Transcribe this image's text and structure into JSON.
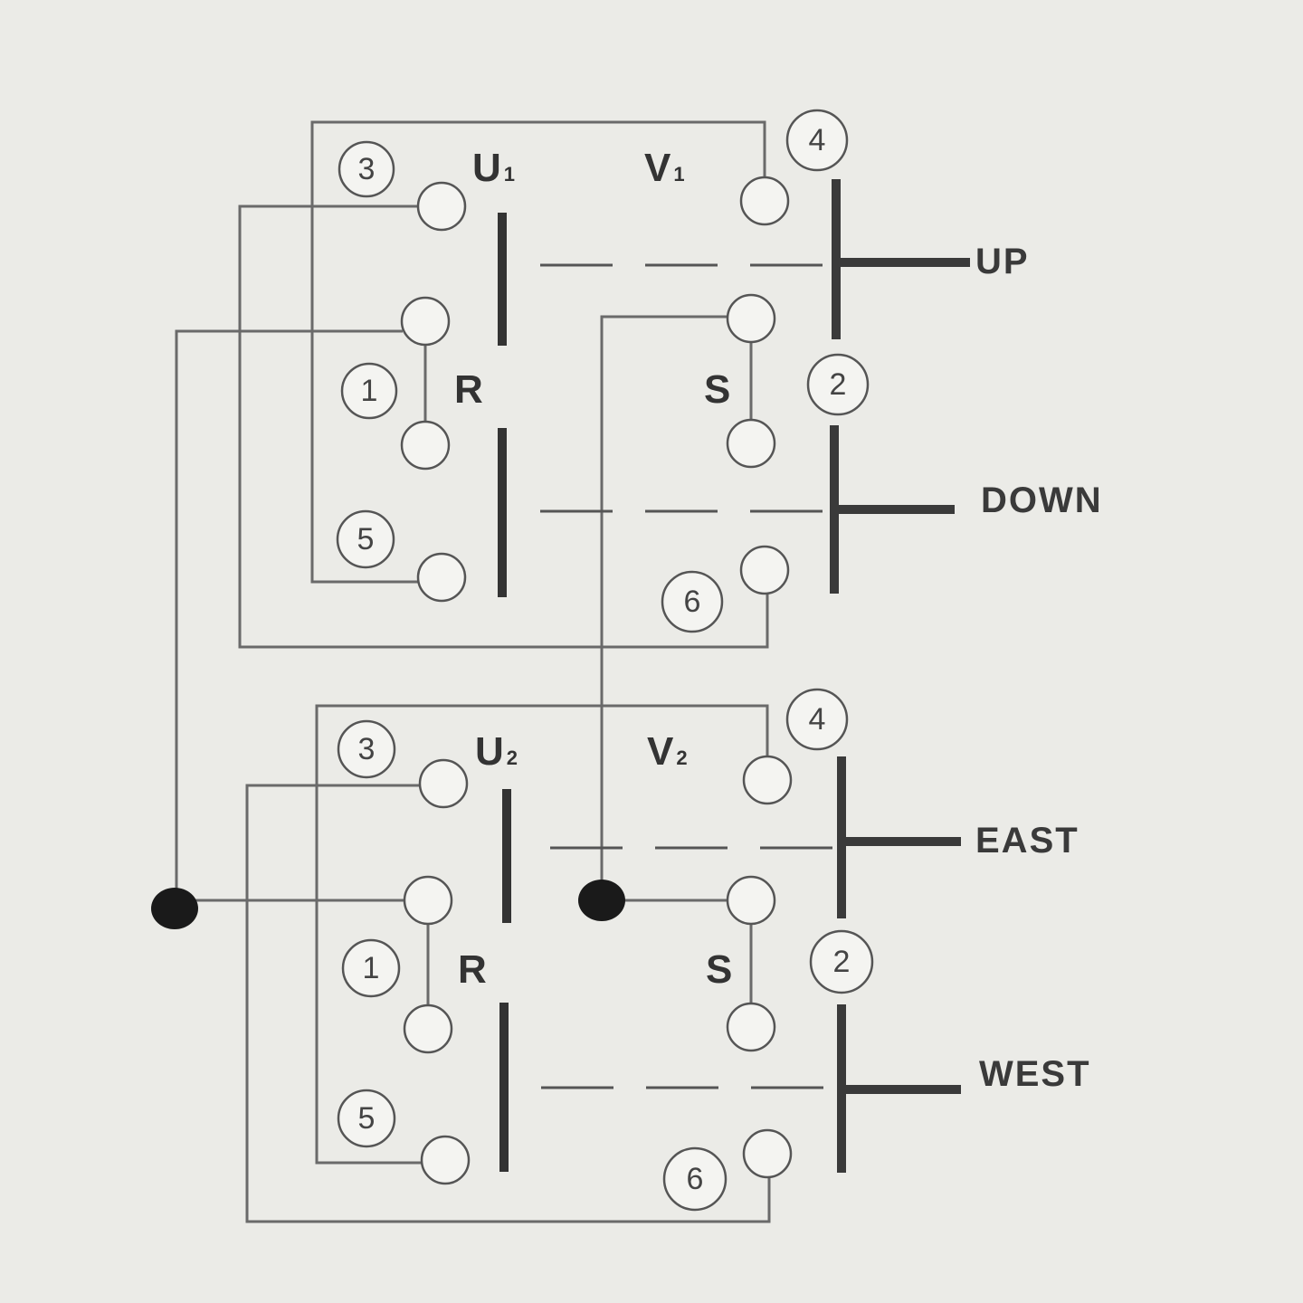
{
  "switch1": {
    "left_label": "U",
    "left_sub": "1",
    "right_label": "V",
    "right_sub": "1",
    "pole_left": "R",
    "pole_right": "S",
    "n1": "1",
    "n2": "2",
    "n3": "3",
    "n4": "4",
    "n5": "5",
    "n6": "6",
    "dir_top": "UP",
    "dir_bottom": "DOWN"
  },
  "switch2": {
    "left_label": "U",
    "left_sub": "2",
    "right_label": "V",
    "right_sub": "2",
    "pole_left": "R",
    "pole_right": "S",
    "n1": "1",
    "n2": "2",
    "n3": "3",
    "n4": "4",
    "n5": "5",
    "n6": "6",
    "dir_top": "EAST",
    "dir_bottom": "WEST"
  }
}
